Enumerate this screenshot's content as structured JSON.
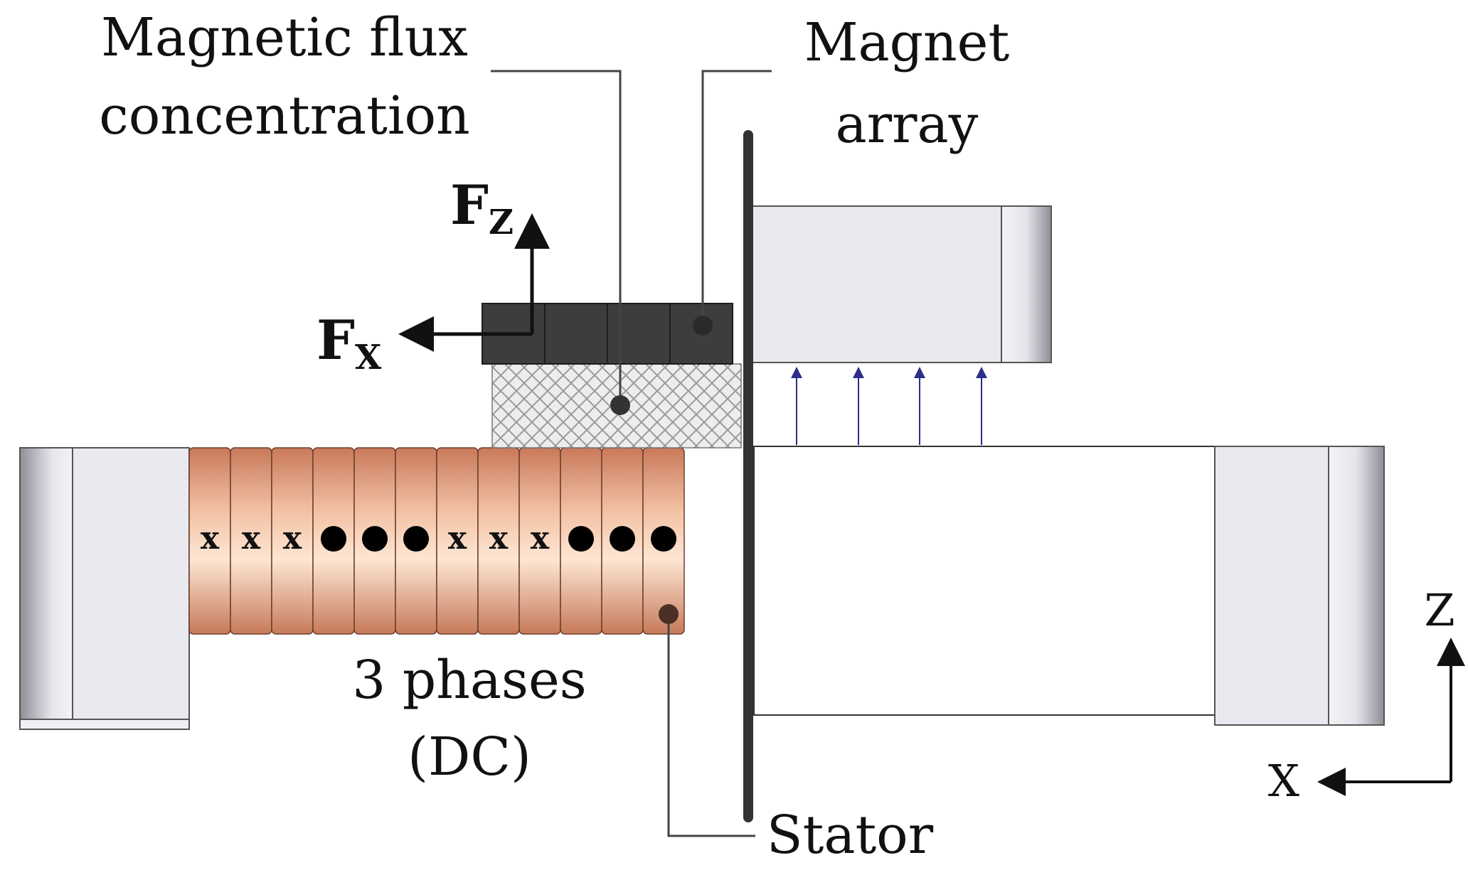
{
  "labels": {
    "flux_line1": "Magnetic flux",
    "flux_line2": "concentration",
    "magnet_line1": "Magnet",
    "magnet_line2": "array",
    "fz_main": "F",
    "fz_sub": "Z",
    "fx_main": "F",
    "fx_sub": "X",
    "phases_line1": "3 phases",
    "phases_line2": "(DC)",
    "stator": "Stator",
    "axis_z": "Z",
    "axis_x": "X"
  },
  "coil_current_markers": [
    "x",
    "x",
    "x",
    "dot",
    "dot",
    "dot",
    "x",
    "x",
    "x",
    "dot",
    "dot",
    "dot"
  ],
  "colors": {
    "coil_copper": "#d99a7c",
    "magnet_dark": "#3d3d3d",
    "flux_hatch": "#bdbdbd",
    "frame_light": "#e8e8ee",
    "stator": "#333333",
    "flux_arrows": "#2d2d8a"
  }
}
